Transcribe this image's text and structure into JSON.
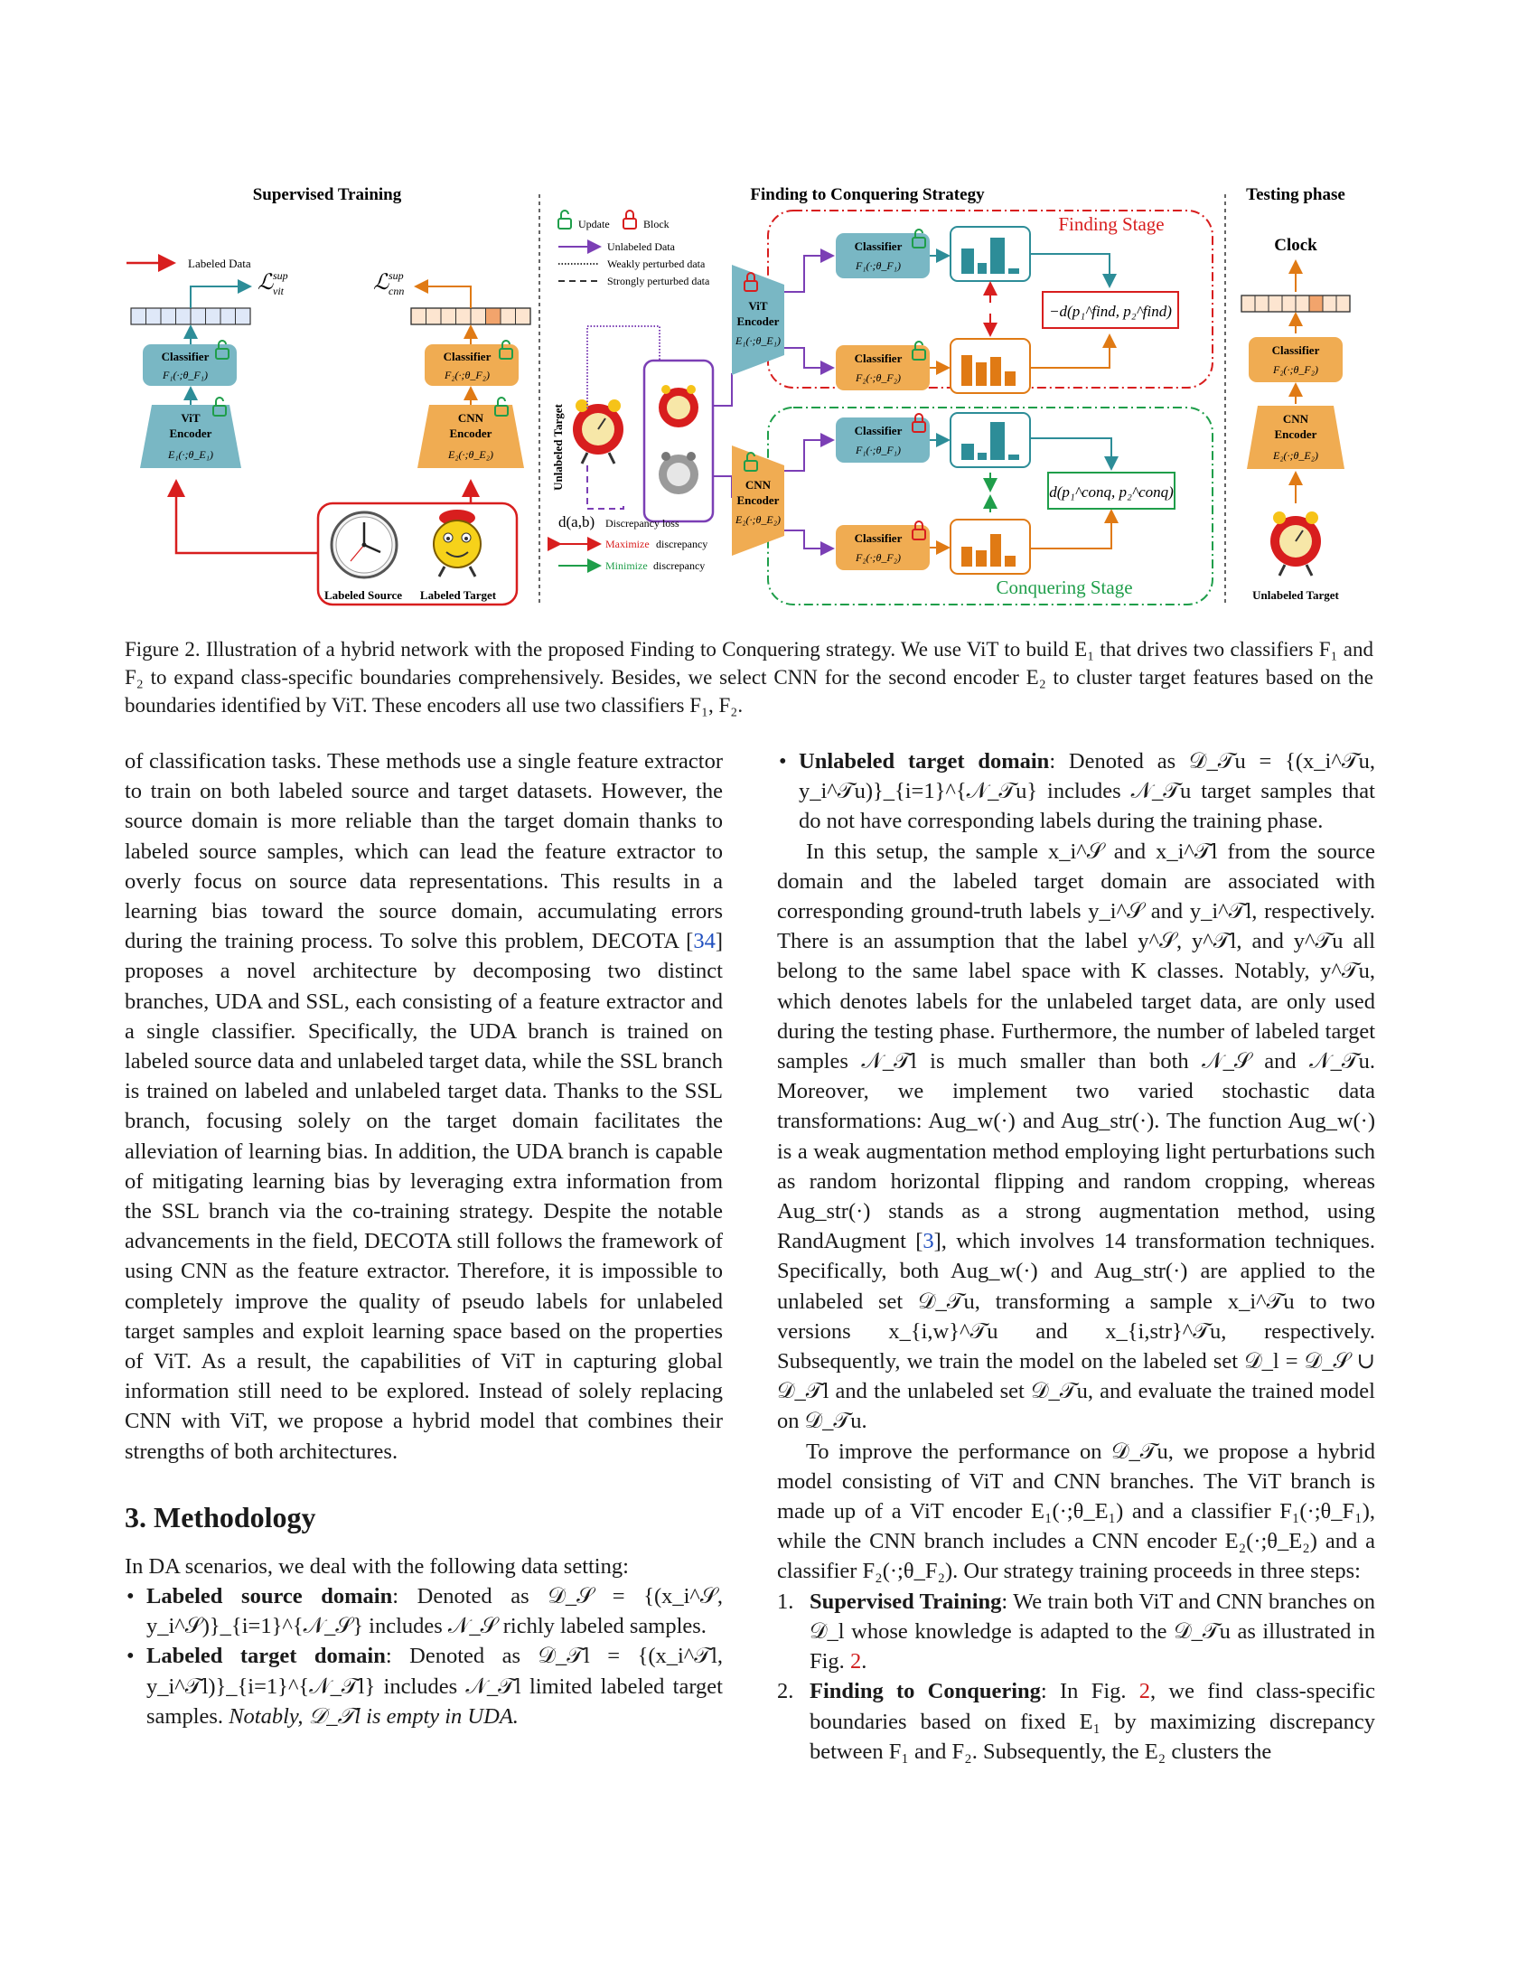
{
  "figure": {
    "sections": {
      "supervised": "Supervised Training",
      "finding_conquering": "Finding to Conquering Strategy",
      "testing": "Testing phase"
    },
    "legend": {
      "update": "Update",
      "block": "Block",
      "unlabeled_data": "Unlabeled Data",
      "weakly": "Weakly perturbed data",
      "strongly": "Strongly perturbed data",
      "labeled_data": "Labeled Data",
      "discrepancy_symbol": "d(a,b)",
      "discrepancy_loss": "Discrepancy loss",
      "maximize_word": "Maximize",
      "minimize_word": "Minimize",
      "discrepancy_word": "discrepancy"
    },
    "loss_vit": "ℒ",
    "loss_vit_sup": "sup",
    "loss_vit_sub": "vit",
    "loss_cnn": "ℒ",
    "loss_cnn_sup": "sup",
    "loss_cnn_sub": "cnn",
    "classifier": "Classifier",
    "vit_encoder_1": "ViT",
    "vit_encoder_2": "Encoder",
    "cnn_encoder_1": "CNN",
    "cnn_encoder_2": "Encoder",
    "f1": "F₁(·;θ_F₁)",
    "f2": "F₂(·;θ_F₂)",
    "e1": "E₁(·;θ_E₁)",
    "e2": "E₂(·;θ_E₂)",
    "labeled_source": "Labeled Source",
    "labeled_target": "Labeled Target",
    "unlabeled_target_vertical": "Unlabeled Target",
    "unlabeled_target": "Unlabeled Target",
    "finding_stage": "Finding Stage",
    "conquering_stage": "Conquering Stage",
    "find_box": "−d(p₁^find, p₂^find)",
    "conq_box": "d(p₁^conq, p₂^conq)",
    "clock": "Clock",
    "colors": {
      "vit": "#79b7c4",
      "cnn": "#f0ac52",
      "red": "#d81e1e",
      "green": "#1f9e4a",
      "purple": "#7b3fb5",
      "teal": "#2d8d98",
      "orange": "#e07a14"
    }
  },
  "caption": "Figure 2. Illustration of a hybrid network with the proposed Finding to Conquering strategy. We use ViT to build E₁ that drives two classifiers F₁ and F₂ to expand class-specific boundaries comprehensively. Besides, we select CNN for the second encoder E₂ to cluster target features based on the boundaries identified by ViT. These encoders all use two classifiers F₁, F₂.",
  "left": {
    "para1_a": "of classification tasks. These methods use a single feature extractor to train on both labeled source and target datasets. However, the source domain is more reliable than the target domain thanks to labeled source samples, which can lead the feature extractor to overly focus on source data representations. This results in a learning bias toward the source domain, accumulating errors during the training process. To solve this problem, DECOTA [",
    "para1_ref": "34",
    "para1_b": "] proposes a novel architecture by decomposing two distinct branches, UDA and SSL, each consisting of a feature extractor and a single classifier. Specifically, the UDA branch is trained on labeled source data and unlabeled target data, while the SSL branch is trained on labeled and unlabeled target data. Thanks to the SSL branch, focusing solely on the target domain facilitates the alleviation of learning bias. In addition, the UDA branch is capable of mitigating learning bias by leveraging extra information from the SSL branch via the co-training strategy. Despite the notable advancements in the field, DECOTA still follows the framework of using CNN as the feature extractor. Therefore, it is impossible to completely improve the quality of pseudo labels for unlabeled target samples and exploit learning space based on the properties of ViT. As a result, the capabilities of ViT in capturing global information still need to be explored. Instead of solely replacing CNN with ViT, we propose a hybrid model that combines their strengths of both architectures.",
    "heading": "3. Methodology",
    "intro": "In DA scenarios, we deal with the following data setting:",
    "b1_title": "Labeled source domain",
    "b1_text": ": Denoted as 𝒟_𝒮 = {(x_i^𝒮, y_i^𝒮)}_{i=1}^{𝒩_𝒮} includes 𝒩_𝒮 richly labeled samples.",
    "b2_title": "Labeled target domain",
    "b2_text": ": Denoted as 𝒟_𝒯l = {(x_i^𝒯l, y_i^𝒯l)}_{i=1}^{𝒩_𝒯l} includes 𝒩_𝒯l limited labeled target samples. ",
    "b2_italic": "Notably, 𝒟_𝒯l is empty in UDA."
  },
  "right": {
    "b3_title": "Unlabeled target domain",
    "b3_text": ": Denoted as 𝒟_𝒯u = {(x_i^𝒯u, y_i^𝒯u)}_{i=1}^{𝒩_𝒯u} includes 𝒩_𝒯u target samples that do not have corresponding labels during the training phase.",
    "para2_a": "In this setup, the sample x_i^𝒮 and x_i^𝒯l from the source domain and the labeled target domain are associated with corresponding ground-truth labels y_i^𝒮 and y_i^𝒯l, respectively. There is an assumption that the label y^𝒮, y^𝒯l, and y^𝒯u all belong to the same label space with K classes. Notably, y^𝒯u, which denotes labels for the unlabeled target data, are only used during the testing phase. Furthermore, the number of labeled target samples 𝒩_𝒯l is much smaller than both 𝒩_𝒮 and 𝒩_𝒯u. Moreover, we implement two varied stochastic data transformations: Aug_w(·) and Aug_str(·). The function Aug_w(·) is a weak augmentation method employing light perturbations such as random horizontal flipping and random cropping, whereas Aug_str(·) stands as a strong augmentation method, using RandAugment [",
    "para2_ref": "3",
    "para2_b": "], which involves 14 transformation techniques. Specifically, both Aug_w(·) and Aug_str(·) are applied to the unlabeled set 𝒟_𝒯u, transforming a sample x_i^𝒯u to two versions x_{i,w}^𝒯u and x_{i,str}^𝒯u, respectively. Subsequently, we train the model on the labeled set 𝒟_l = 𝒟_𝒮 ∪ 𝒟_𝒯l and the unlabeled set 𝒟_𝒯u, and evaluate the trained model on 𝒟_𝒯u.",
    "para3": "To improve the performance on 𝒟_𝒯u, we propose a hybrid model consisting of ViT and CNN branches. The ViT branch is made up of a ViT encoder E₁(·;θ_E₁) and a classifier F₁(·;θ_F₁), while the CNN branch includes a CNN encoder E₂(·;θ_E₂) and a classifier F₂(·;θ_F₂). Our strategy training proceeds in three steps:",
    "s1_num": "1.",
    "s1_title": "Supervised Training",
    "s1_text_a": ": We train both ViT and CNN branches on 𝒟_l whose knowledge is adapted to the 𝒟_𝒯u as illustrated in Fig. ",
    "s1_ref": "2",
    "s1_text_b": ".",
    "s2_num": "2.",
    "s2_title": "Finding to Conquering",
    "s2_text_a": ": In Fig. ",
    "s2_ref": "2",
    "s2_text_b": ", we find class-specific boundaries based on fixed E₁ by maximizing discrepancy between F₁ and F₂. Subsequently, the E₂ clusters the"
  }
}
